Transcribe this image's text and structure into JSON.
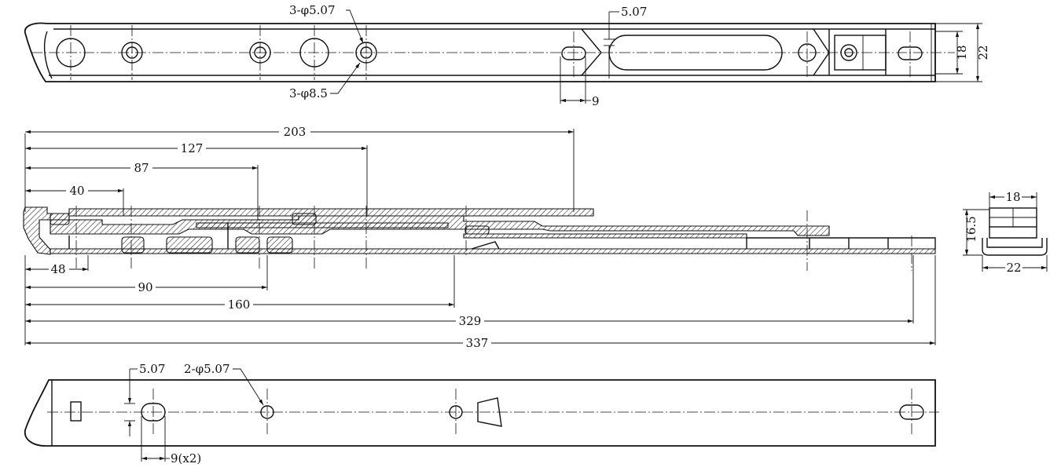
{
  "top_view": {
    "hole_small_count": "3-φ5.07",
    "hole_large_count": "3-φ8.5",
    "slot_width": "5.07",
    "slot_length": "9",
    "inner_width": "18",
    "outer_width": "22"
  },
  "side_view": {
    "top_dims": [
      "203",
      "127",
      "87",
      "40"
    ],
    "bottom_dims": [
      "48",
      "90",
      "160",
      "329",
      "337"
    ]
  },
  "section_view": {
    "top_width": "18",
    "height": "16.5",
    "bottom_width": "22"
  },
  "bottom_view": {
    "slot_width": "5.07",
    "hole_count": "2-φ5.07",
    "slot_length": "9(x2)"
  }
}
